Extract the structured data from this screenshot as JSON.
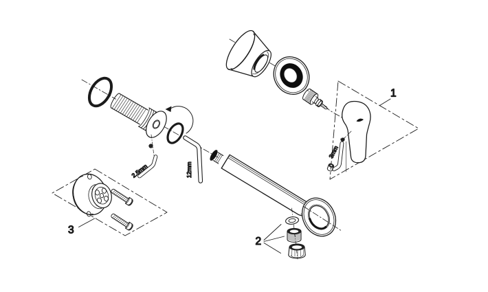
{
  "figure": {
    "background": "#ffffff",
    "ink": "#1b1b1b"
  },
  "callouts": {
    "handle_group": "1",
    "aerator_group": "2",
    "mounting_flange_group": "3"
  },
  "tool_sizes": {
    "shank_hex_key": "2.5mm",
    "spout_hex_key": "12mm",
    "handle_hex_key": "3mm"
  }
}
